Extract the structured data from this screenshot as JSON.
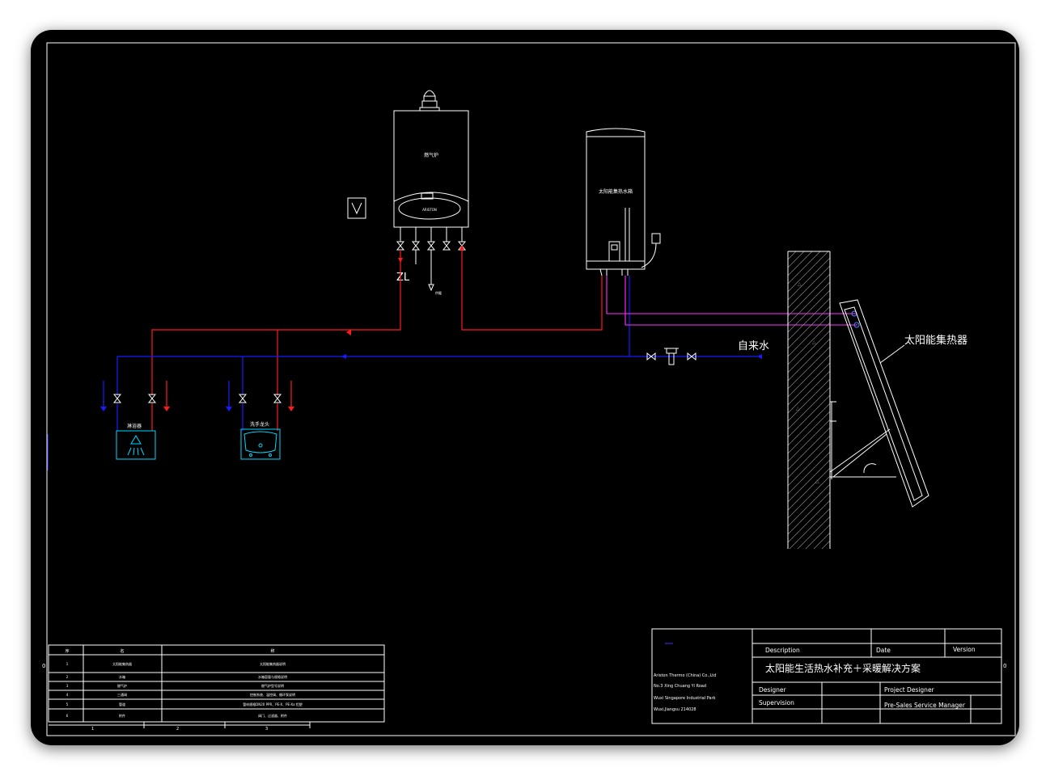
{
  "labels": {
    "boiler": "燃气炉",
    "boiler_brand": "ARISTON",
    "tank": "太阳能集热水箱",
    "zl": "ZL",
    "tap_water": "自来水",
    "collector": "太阳能集热器",
    "shower": "淋浴器",
    "basin": "洗手龙头",
    "small_note": "供暖"
  },
  "table": {
    "headers": [
      "序",
      "名",
      "称"
    ],
    "rows": [
      [
        "1",
        "太阳能集热器",
        "太阳能集热器说明"
      ],
      [
        "2",
        "水箱",
        "水箱容量与规格说明"
      ],
      [
        "3",
        "燃气炉",
        "燃气炉型号说明"
      ],
      [
        "4",
        "三通阀",
        "控制系统、温控阀、循环泵说明"
      ],
      [
        "5",
        "管道",
        "管材规格DN20 PPR、PE-X、PE-Xa 铝塑"
      ],
      [
        "6",
        "附件",
        "阀门、过滤器、附件"
      ]
    ],
    "ruler": [
      "1",
      "2",
      "3"
    ]
  },
  "title_block": {
    "company": [
      "Ariston Thermo (China) Co.,Ltd",
      "No.3 Xing Chuang Yi Road",
      "Wuxi Singapore Industrial Park",
      "Wuxi,Jiangsu 214028"
    ],
    "description_label": "Description",
    "date_label": "Date",
    "version_label": "Version",
    "project_title": "太阳能生活热水补充＋采暖解决方案",
    "designer_label": "Designer",
    "supervision_label": "Supervision",
    "project_designer_label": "Project Designer",
    "presales_label": "Pre-Sales Service Manager"
  },
  "side_marks": {
    "left": "0",
    "right": "0"
  },
  "colors": {
    "background": "#000000",
    "outline": "#ffffff",
    "hot_pipe": "#ff1a1a",
    "cold_pipe": "#1a1aff",
    "solar_loop": "#ff33ff",
    "fixture": "#00d8ff",
    "hatch": "#8a8a8a"
  }
}
